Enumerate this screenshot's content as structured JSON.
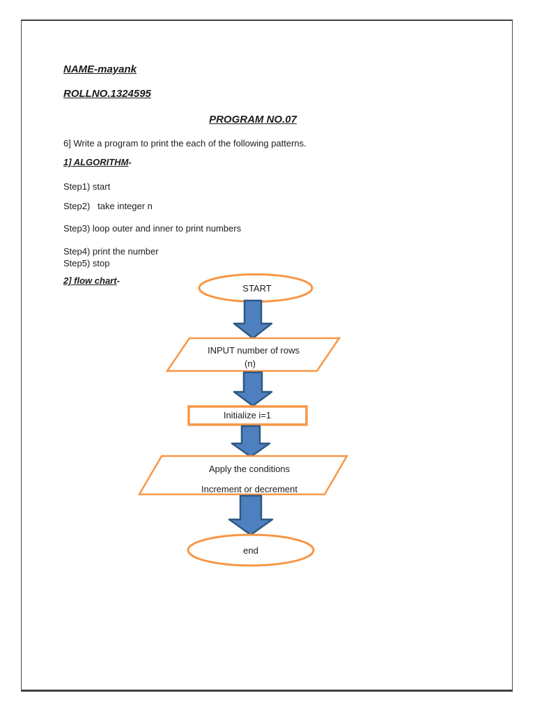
{
  "document": {
    "header": {
      "name": "NAME-mayank",
      "rollno": "ROLLNO.1324595",
      "program_title": "PROGRAM NO.07"
    },
    "question": "6] Write a program to print the each of the following patterns.",
    "algorithm_heading": "1] ALGORITHM",
    "algorithm_heading_suffix": "-",
    "steps": [
      "Step1) start",
      "Step2)   take integer n",
      "Step3) loop outer and inner to print numbers",
      "Step4) print the number",
      "Step5) stop"
    ],
    "flowchart_heading": "2] flow chart",
    "flowchart_heading_suffix": "-",
    "flowchart": {
      "start_label": "START",
      "input_line1": "INPUT number of rows",
      "input_line2": "(n)",
      "init_label": "Initialize i=1",
      "apply_line1": "Apply the conditions",
      "apply_line2": "Increment or decrement",
      "end_label": "end",
      "colors": {
        "shape_border": "#F79646",
        "arrow_fill": "#4E7FBE",
        "arrow_stroke": "#2E5984",
        "page_border": "#3F3F3F"
      }
    }
  }
}
